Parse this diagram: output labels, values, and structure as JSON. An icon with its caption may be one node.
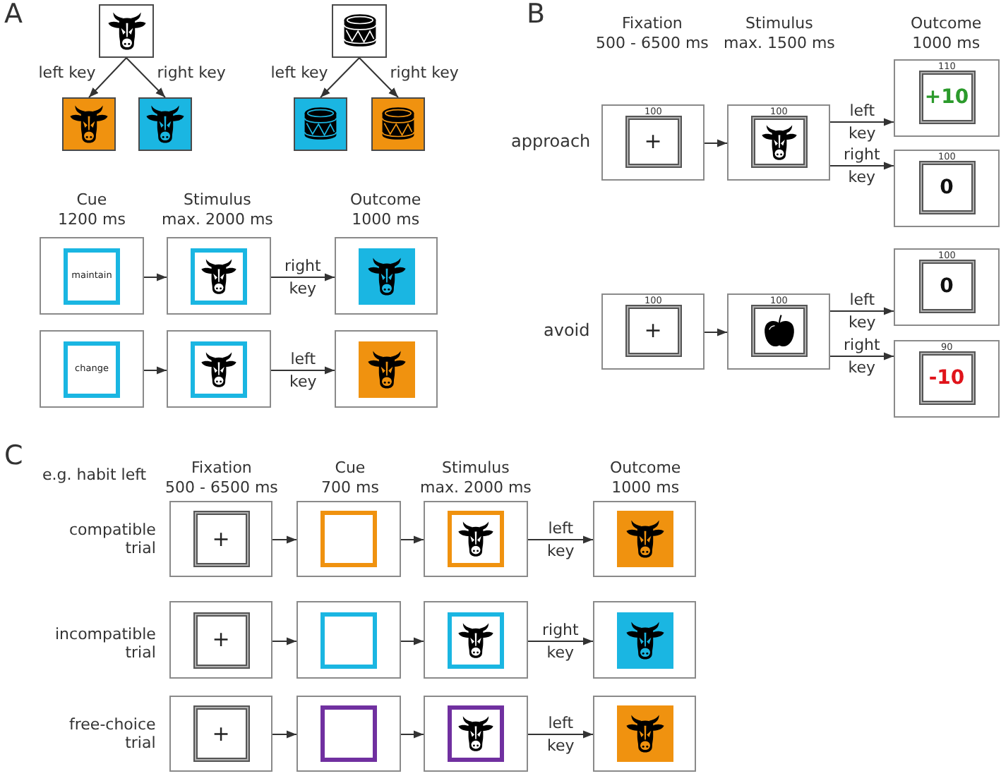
{
  "diagram": {
    "nodes": [
      {
        "text": [],
        "shape": "picture"
      },
      {
        "text": [],
        "shape": "picture"
      },
      {
        "text": [],
        "shape": "picture"
      },
      {
        "text": [],
        "shape": "picture"
      },
      {
        "text": [],
        "shape": "picture"
      },
      {
        "text": [],
        "shape": "picture"
      },
      {
        "text": [
          "maintain"
        ]
      },
      {
        "text": [],
        "shape": "picture"
      },
      {
        "text": [],
        "shape": "picture"
      },
      {
        "text": [
          "change"
        ]
      },
      {
        "text": [],
        "shape": "picture"
      },
      {
        "text": [],
        "shape": "picture"
      },
      {
        "text": [
          "100",
          "+"
        ]
      },
      {
        "text": [
          "100"
        ]
      },
      {
        "text": [
          "110",
          "+10"
        ]
      },
      {
        "text": [
          "100",
          "0"
        ]
      },
      {
        "text": [
          "100",
          "+"
        ]
      },
      {
        "text": [
          "100"
        ]
      },
      {
        "text": [
          "100",
          "0"
        ]
      },
      {
        "text": [
          "90",
          "-10"
        ]
      },
      {
        "text": [
          "+"
        ]
      },
      {
        "text": [],
        "shape": "box"
      },
      {
        "text": [],
        "shape": "picture"
      },
      {
        "text": [],
        "shape": "picture"
      },
      {
        "text": [
          "+"
        ]
      },
      {
        "text": [],
        "shape": "box"
      },
      {
        "text": [],
        "shape": "picture"
      },
      {
        "text": [],
        "shape": "picture"
      },
      {
        "text": [
          "+"
        ]
      },
      {
        "text": [],
        "shape": "box"
      },
      {
        "text": [],
        "shape": "picture"
      },
      {
        "text": [],
        "shape": "picture"
      }
    ],
    "edges": [
      {
        "from": 0,
        "to": 1,
        "arrow": "to",
        "label": "left key"
      },
      {
        "from": 0,
        "to": 2,
        "arrow": "to",
        "label": "right key"
      },
      {
        "from": 3,
        "to": 4,
        "arrow": "to",
        "label": "left key"
      },
      {
        "from": 3,
        "to": 5,
        "arrow": "to",
        "label": "right key"
      },
      {
        "from": 6,
        "to": 7,
        "arrow": "to"
      },
      {
        "from": 7,
        "to": 8,
        "arrow": "to",
        "label": "right key"
      },
      {
        "from": 9,
        "to": 10,
        "arrow": "to"
      },
      {
        "from": 10,
        "to": 11,
        "arrow": "to",
        "label": "left key"
      },
      {
        "from": 12,
        "to": 13,
        "arrow": "to"
      },
      {
        "from": 13,
        "to": 14,
        "arrow": "to",
        "label": "left key"
      },
      {
        "from": 13,
        "to": 15,
        "arrow": "to",
        "label": "right key"
      },
      {
        "from": 16,
        "to": 17,
        "arrow": "to"
      },
      {
        "from": 17,
        "to": 18,
        "arrow": "to",
        "label": "left key"
      },
      {
        "from": 17,
        "to": 19,
        "arrow": "to",
        "label": "right key"
      },
      {
        "from": 20,
        "to": 21,
        "arrow": "to"
      },
      {
        "from": 21,
        "to": 22,
        "arrow": "to"
      },
      {
        "from": 22,
        "to": 23,
        "arrow": "to",
        "label": "left key"
      },
      {
        "from": 24,
        "to": 25,
        "arrow": "to"
      },
      {
        "from": 25,
        "to": 26,
        "arrow": "to"
      },
      {
        "from": 26,
        "to": 27,
        "arrow": "to",
        "label": "right key"
      },
      {
        "from": 28,
        "to": 29,
        "arrow": "to"
      },
      {
        "from": 29,
        "to": 30,
        "arrow": "to"
      },
      {
        "from": 30,
        "to": 31,
        "arrow": "to",
        "label": "left key"
      }
    ],
    "labels": [
      "A",
      "Cue 1200 ms",
      "Stimulus max. 2000 ms",
      "Outcome 1000 ms",
      "B",
      "Fixation 500 - 6500 ms",
      "Stimulus max. 1500 ms",
      "Outcome 1000 ms",
      "approach",
      "avoid",
      "C",
      "e.g. habit left",
      "Fixation 500 - 6500 ms",
      "Cue 700 ms",
      "Stimulus max. 2000 ms",
      "Outcome 1000 ms",
      "compatible trial",
      "incompatible trial",
      "free-choice trial"
    ]
  }
}
